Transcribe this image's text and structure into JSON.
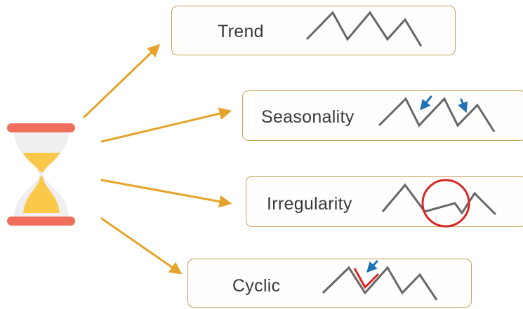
{
  "colors": {
    "card_border": "#c9a15c",
    "arrow": "#e6a32a",
    "wave_line": "#666666",
    "blue_arrow": "#1f73b7",
    "highlight_red": "#d72626",
    "hourglass_frame": "#ef6f5c",
    "hourglass_sand": "#fbc84a",
    "hourglass_glass": "#efefef"
  },
  "icons": {
    "source": "hourglass-icon",
    "connector": "orange-arrow-icon",
    "direction_marker": "blue-arrow-icon",
    "highlight": "red-circle-icon"
  },
  "components": [
    {
      "id": "trend",
      "label": "Trend"
    },
    {
      "id": "seasonality",
      "label": "Seasonality"
    },
    {
      "id": "irregularity",
      "label": "Irregularity"
    },
    {
      "id": "cyclic",
      "label": "Cyclic"
    }
  ]
}
